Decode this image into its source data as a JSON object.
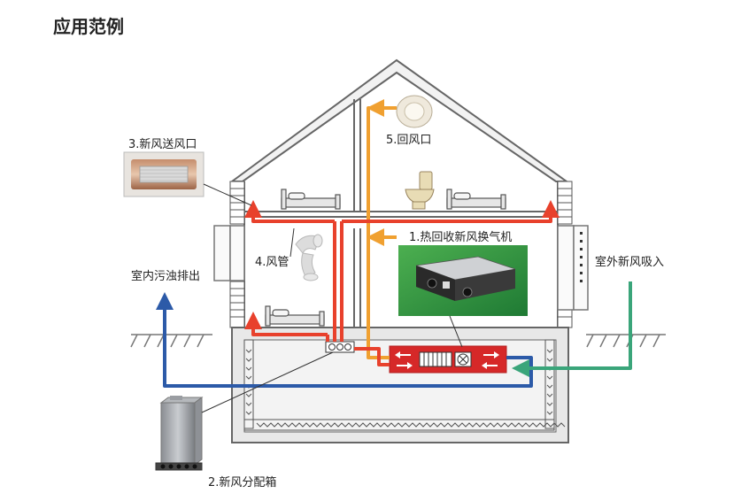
{
  "title": "应用范例",
  "labels": {
    "heat_recovery_unit": "1.热回收新风换气机",
    "distribution_box": "2.新风分配箱",
    "supply_outlet": "3.新风送风口",
    "duct": "4.风管",
    "return_outlet": "5.回风口",
    "fresh_air_intake": "室外新风吸入",
    "exhaust": "室内污浊排出"
  },
  "colors": {
    "supply": "#e8412c",
    "return": "#f0a030",
    "exhaust": "#2c5aa8",
    "intake": "#3aa57a",
    "unit_box": "#d62828",
    "house_line": "#666666"
  }
}
